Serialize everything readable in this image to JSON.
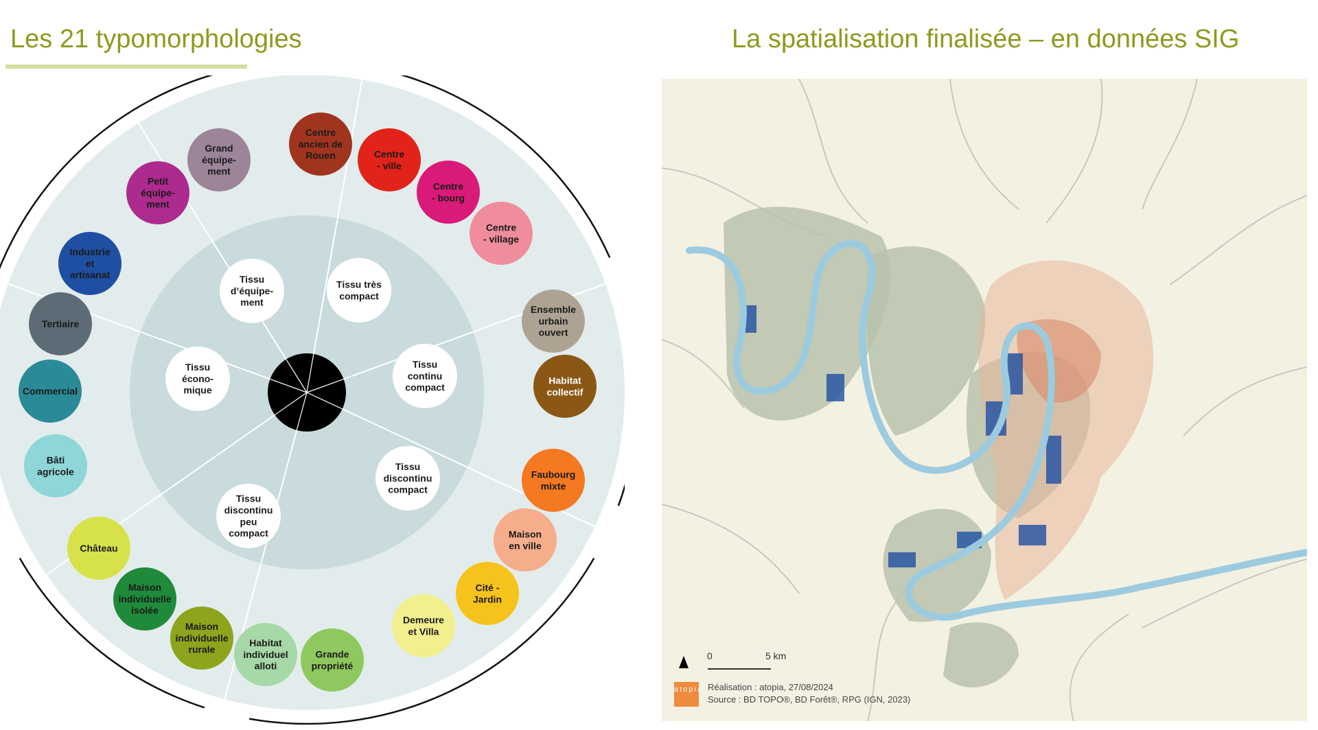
{
  "titles": {
    "left": "Les 21 typomorphologies",
    "right": "La spatialisation finalisée – en données SIG"
  },
  "colors": {
    "title": "#8e9a1e",
    "underline": "#d6dd9f",
    "wheel_outer": "#e3ecec",
    "wheel_inner": "#c9dbdc",
    "wheel_hub": "#000000"
  },
  "inner_tissues": [
    {
      "id": "equipement",
      "lines": [
        "Tissu",
        "d’équipe-",
        "ment"
      ]
    },
    {
      "id": "tres-compact",
      "lines": [
        "Tissu très",
        "compact"
      ]
    },
    {
      "id": "continu-compact",
      "lines": [
        "Tissu",
        "continu",
        "compact"
      ]
    },
    {
      "id": "discontinu-compact",
      "lines": [
        "Tissu",
        "discontinu",
        "compact"
      ]
    },
    {
      "id": "discontinu-peu-compact",
      "lines": [
        "Tissu",
        "discontinu",
        "peu",
        "compact"
      ]
    },
    {
      "id": "economique",
      "lines": [
        "Tissu",
        "écono-",
        "mique"
      ]
    }
  ],
  "typomorphologies": [
    {
      "id": "centre-ancien-rouen",
      "lines": [
        "Centre",
        "ancien de",
        "Rouen"
      ],
      "color": "#a0341f",
      "text_color": "#1a1a1a"
    },
    {
      "id": "centre-ville",
      "lines": [
        "Centre",
        "- ville"
      ],
      "color": "#e2231a",
      "text_color": "#1a1a1a"
    },
    {
      "id": "centre-bourg",
      "lines": [
        "Centre",
        "- bourg"
      ],
      "color": "#d91a78",
      "text_color": "#1a1a1a"
    },
    {
      "id": "centre-village",
      "lines": [
        "Centre",
        "- village"
      ],
      "color": "#ef8d9c",
      "text_color": "#1a1a1a"
    },
    {
      "id": "ensemble-urbain-ouvert",
      "lines": [
        "Ensemble",
        "urbain",
        "ouvert"
      ],
      "color": "#aea392",
      "text_color": "#1a1a1a"
    },
    {
      "id": "habitat-collectif",
      "lines": [
        "Habitat",
        "collectif"
      ],
      "color": "#8a5714",
      "text_color": "#ffffff"
    },
    {
      "id": "faubourg-mixte",
      "lines": [
        "Faubourg",
        "mixte"
      ],
      "color": "#f47920",
      "text_color": "#1a1a1a"
    },
    {
      "id": "maison-en-ville",
      "lines": [
        "Maison",
        "en ville"
      ],
      "color": "#f6ad8c",
      "text_color": "#1a1a1a"
    },
    {
      "id": "cite-jardin",
      "lines": [
        "Cité -",
        "Jardin"
      ],
      "color": "#f6c31c",
      "text_color": "#1a1a1a"
    },
    {
      "id": "demeure-et-villa",
      "lines": [
        "Demeure",
        "et Villa"
      ],
      "color": "#f2ef8e",
      "text_color": "#1a1a1a"
    },
    {
      "id": "grande-propriete",
      "lines": [
        "Grande",
        "propriété"
      ],
      "color": "#8fc85f",
      "text_color": "#1a1a1a"
    },
    {
      "id": "habitat-individuel-alloti",
      "lines": [
        "Habitat",
        "individuel",
        "alloti"
      ],
      "color": "#a7d8a8",
      "text_color": "#1a1a1a"
    },
    {
      "id": "maison-individuelle-rurale",
      "lines": [
        "Maison",
        "individuelle",
        "rurale"
      ],
      "color": "#8da41c",
      "text_color": "#1a1a1a"
    },
    {
      "id": "maison-individuelle-isolee",
      "lines": [
        "Maison",
        "individuelle",
        "isolée"
      ],
      "color": "#1f8a3a",
      "text_color": "#1a1a1a"
    },
    {
      "id": "chateau",
      "lines": [
        "Château"
      ],
      "color": "#d7e24a",
      "text_color": "#1a1a1a"
    },
    {
      "id": "bati-agricole",
      "lines": [
        "Bâti",
        "agricole"
      ],
      "color": "#8ed6d8",
      "text_color": "#1a1a1a"
    },
    {
      "id": "commercial",
      "lines": [
        "Commercial"
      ],
      "color": "#2a8a98",
      "text_color": "#1a1a1a"
    },
    {
      "id": "tertiaire",
      "lines": [
        "Tertiaire"
      ],
      "color": "#5c6b75",
      "text_color": "#1a1a1a"
    },
    {
      "id": "industrie-artisanat",
      "lines": [
        "Industrie",
        "et",
        "artisanat"
      ],
      "color": "#1f4fa3",
      "text_color": "#1a1a1a"
    },
    {
      "id": "petit-equipement",
      "lines": [
        "Petit",
        "équipe-",
        "ment"
      ],
      "color": "#ad2a8e",
      "text_color": "#1a1a1a"
    },
    {
      "id": "grand-equipement",
      "lines": [
        "Grand",
        "équipe-",
        "ment"
      ],
      "color": "#9c8499",
      "text_color": "#1a1a1a"
    }
  ],
  "map": {
    "scale_zero": "0",
    "scale_label": "5 km",
    "logo_text": "atopia",
    "credit": "Réalisation : atopia, 27/08/2024",
    "source": "Source : BD TOPO®, BD Forêt®, RPG (IGN, 2023)"
  }
}
